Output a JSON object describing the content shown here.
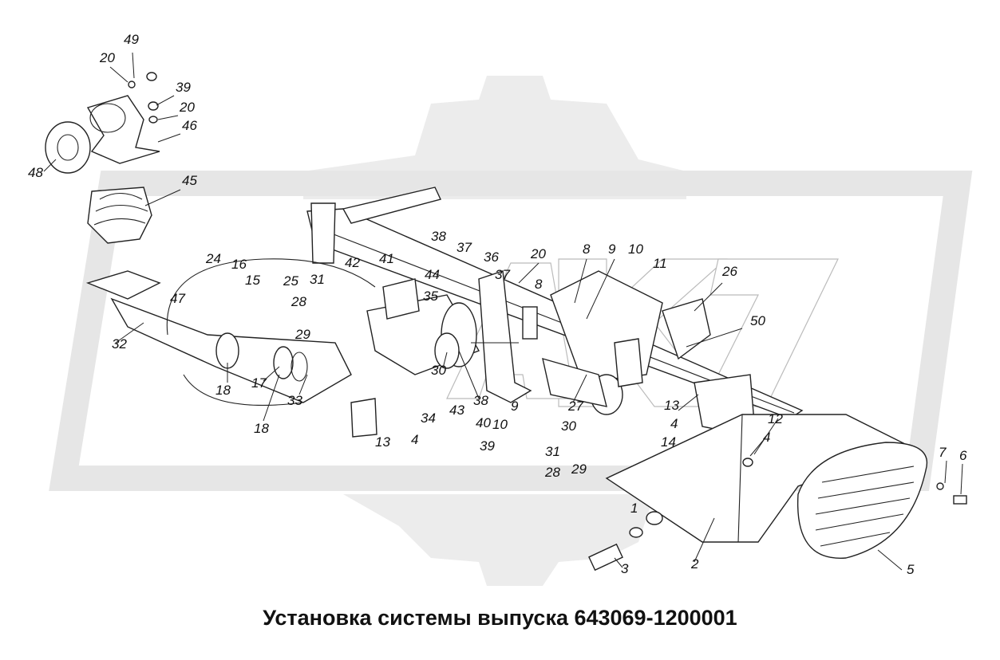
{
  "caption": "Установка системы выпуска 643069-1200001",
  "watermark_color": "#e6e6e6",
  "line_color": "#222222",
  "callouts": {
    "c49": "49",
    "c20a": "20",
    "c39a": "39",
    "c20b": "20",
    "c46": "46",
    "c48": "48",
    "c45": "45",
    "c24": "24",
    "c16": "16",
    "c15": "15",
    "c25": "25",
    "c31a": "31",
    "c42": "42",
    "c41": "41",
    "c38a": "38",
    "c37a": "37",
    "c36": "36",
    "c20c": "20",
    "c8a": "8",
    "c9a": "9",
    "c10a": "10",
    "c11": "11",
    "c26": "26",
    "c47": "47",
    "c28a": "28",
    "c44": "44",
    "c37b": "37",
    "c35": "35",
    "c8b": "8",
    "c50": "50",
    "c29a": "29",
    "c32": "32",
    "c18a": "18",
    "c17": "17",
    "c33": "33",
    "c18b": "18",
    "c30a": "30",
    "c38b": "38",
    "c27": "27",
    "c13a": "13",
    "c4a": "4",
    "c14": "14",
    "c12": "12",
    "c4b": "4",
    "c9b": "9",
    "c10b": "10",
    "c34": "34",
    "c43": "43",
    "c40": "40",
    "c30b": "30",
    "c13b": "13",
    "c4c": "4",
    "c39b": "39",
    "c31b": "31",
    "c28b": "28",
    "c29b": "29",
    "c7": "7",
    "c6": "6",
    "c1": "1",
    "c3": "3",
    "c2": "2",
    "c5": "5"
  }
}
